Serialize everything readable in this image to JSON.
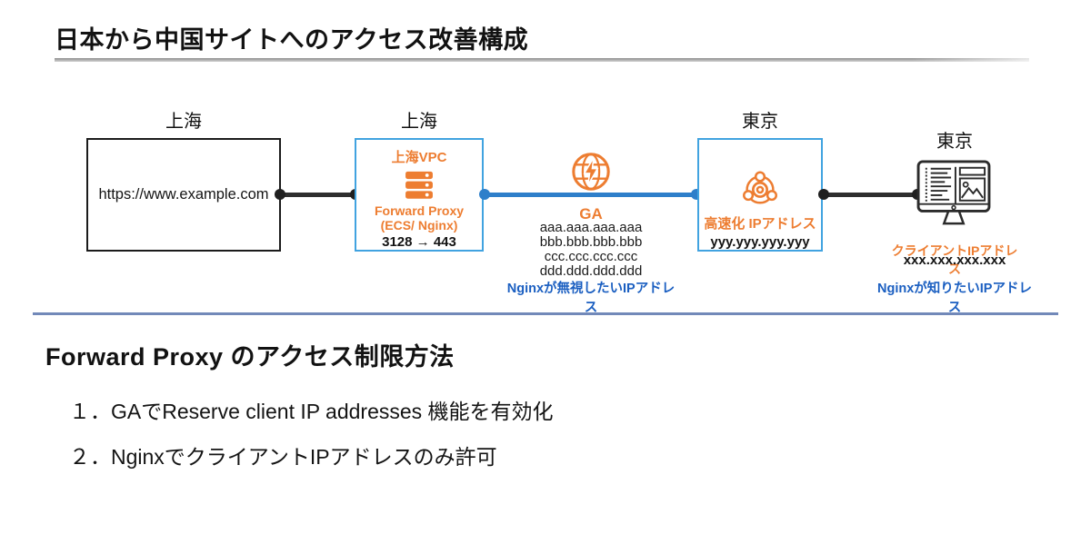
{
  "page": {
    "title": "日本から中国サイトへのアクセス改善構成",
    "section_heading": "Forward Proxy のアクセス制限方法",
    "steps": [
      "１．GAでReserve client IP addresses 機能を有効化",
      "２．NginxでクライアントIPアドレスのみ許可"
    ]
  },
  "diagram": {
    "origin": {
      "location": "上海",
      "url": "https://www.example.com"
    },
    "vpc": {
      "location": "上海",
      "title": "上海VPC",
      "icon": "server-stack-icon",
      "service_line1": "Forward Proxy",
      "service_line2": "(ECS/ Nginx)",
      "ports": "3128 → 443"
    },
    "ga": {
      "icon": "global-accelerator-icon",
      "label": "GA",
      "ip_list": [
        "aaa.aaa.aaa.aaa",
        "bbb.bbb.bbb.bbb",
        "ccc.ccc.ccc.ccc",
        "ddd.ddd.ddd.ddd"
      ],
      "caption": "Nginxが無視したいIPアドレス"
    },
    "tokyo_ga": {
      "location": "東京",
      "icon": "accelerated-ip-icon",
      "label": "高速化 IPアドレス",
      "ip": "yyy.yyy.yyy.yyy"
    },
    "client": {
      "location": "東京",
      "icon": "client-monitor-icon",
      "label": "クライアントIPアドレス",
      "ip": "xxx.xxx.xxx.xxx",
      "caption": "Nginxが知りたいIPアドレス"
    },
    "colors": {
      "orange": "#ed7d31",
      "box_border_blue": "#41a3e0",
      "connector_blue": "#2e7fca",
      "caption_blue": "#1b5fc1",
      "connector_dark": "#2e2e2e",
      "divider_blue": "#7289b9"
    }
  }
}
